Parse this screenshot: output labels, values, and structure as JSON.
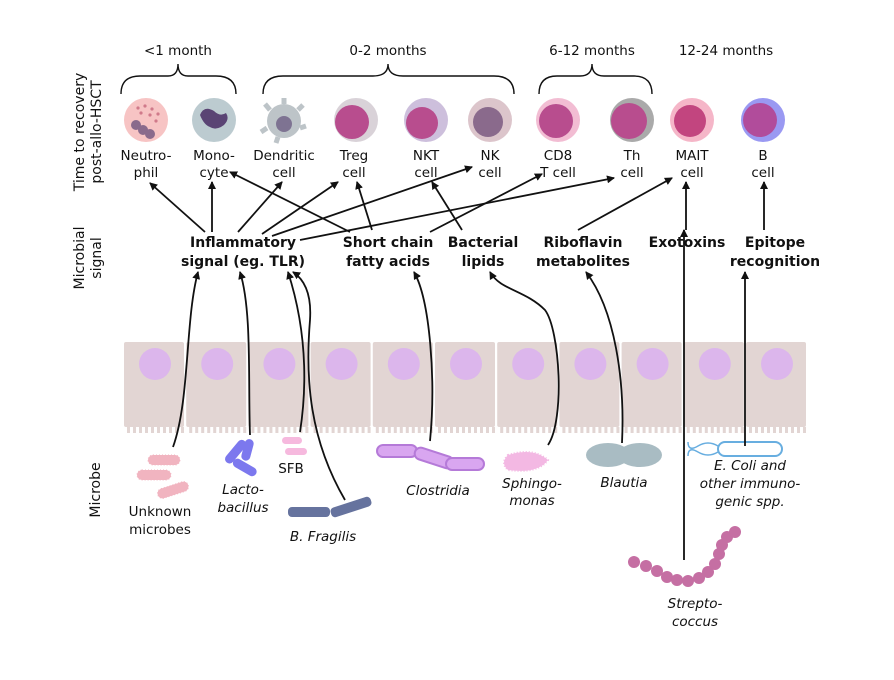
{
  "axis_labels": {
    "time": [
      "Time to recovery",
      "post-allo-HSCT"
    ],
    "signal": [
      "Microbial",
      "signal"
    ],
    "microbe": "Microbe"
  },
  "time_groups": [
    "<1 month",
    "0-2 months",
    "6-12 months",
    "12-24 months"
  ],
  "cells": [
    {
      "lines": [
        "Neutro-",
        "phil"
      ]
    },
    {
      "lines": [
        "Mono-",
        "cyte"
      ]
    },
    {
      "lines": [
        "Dendritic",
        "cell"
      ]
    },
    {
      "lines": [
        "Treg",
        "cell"
      ]
    },
    {
      "lines": [
        "NKT",
        "cell"
      ]
    },
    {
      "lines": [
        "NK",
        "cell"
      ]
    },
    {
      "lines": [
        "CD8",
        "T cell"
      ]
    },
    {
      "lines": [
        "Th",
        "cell"
      ]
    },
    {
      "lines": [
        "MAIT",
        "cell"
      ]
    },
    {
      "lines": [
        "B",
        "cell"
      ]
    }
  ],
  "signals": [
    {
      "lines": [
        "Inflammatory",
        "signal (eg. TLR)"
      ]
    },
    {
      "lines": [
        "Short chain",
        "fatty acids"
      ]
    },
    {
      "lines": [
        "Bacterial",
        "lipids"
      ]
    },
    {
      "lines": [
        "Riboflavin",
        "metabolites"
      ]
    },
    {
      "lines": [
        "Exotoxins"
      ]
    },
    {
      "lines": [
        "Epitope",
        "recognition"
      ]
    }
  ],
  "microbes": [
    {
      "lines": [
        "Unknown",
        "microbes"
      ]
    },
    {
      "lines": [
        "Lacto-",
        "bacillus"
      ]
    },
    {
      "lines": [
        "SFB"
      ]
    },
    {
      "lines": [
        "B. Fragilis"
      ]
    },
    {
      "lines": [
        "Clostridia"
      ]
    },
    {
      "lines": [
        "Sphingo-",
        "monas"
      ]
    },
    {
      "lines": [
        "Blautia"
      ]
    },
    {
      "lines": [
        "E. Coli and",
        "other immuno-",
        "genic spp."
      ]
    },
    {
      "lines": [
        "Strepto-",
        "coccus"
      ]
    }
  ],
  "colors": {
    "epithelium": "#e2d5d3",
    "nucleus": "#dcb6ec",
    "text": "#111111"
  }
}
